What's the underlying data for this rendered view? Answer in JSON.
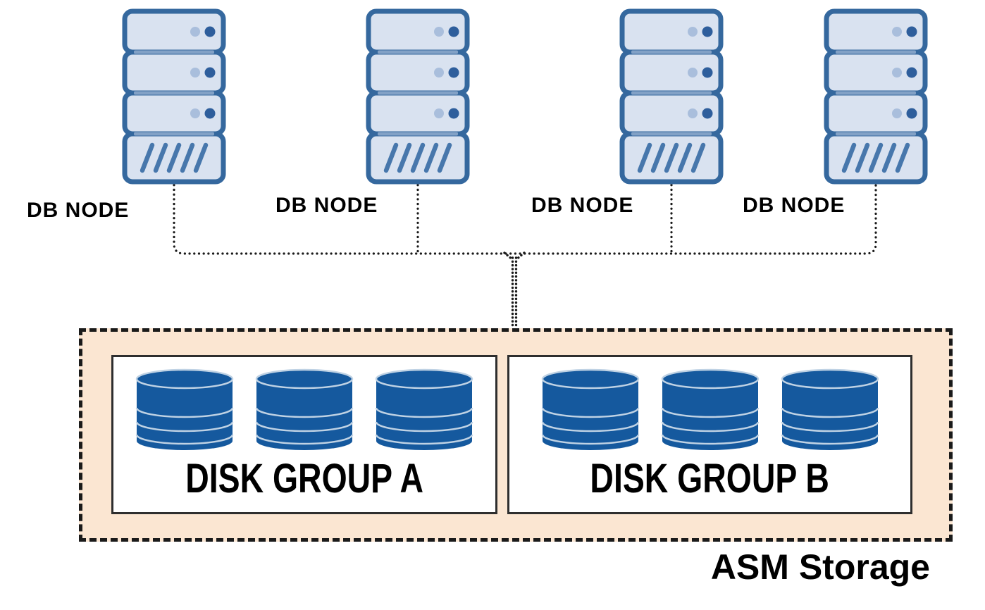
{
  "nodes": [
    {
      "label": "DB NODE"
    },
    {
      "label": "DB NODE"
    },
    {
      "label": "DB NODE"
    },
    {
      "label": "DB NODE"
    }
  ],
  "storage": {
    "label": "ASM Storage",
    "disk_groups": [
      {
        "label": "DISK GROUP A",
        "disk_count": 3
      },
      {
        "label": "DISK GROUP B",
        "disk_count": 3
      }
    ]
  },
  "icons": {
    "server": "server-rack-icon",
    "disk": "database-cylinder-icon",
    "connector": "dotted-connector-lines"
  },
  "colors": {
    "server_outline": "#35689E",
    "server_fill": "#D9E2F0",
    "server_divider": "#82A1C6",
    "indicator_dot_light": "#A9BEDC",
    "indicator_dot_dark": "#2E5E9C",
    "vent_slash": "#4777AC",
    "disk_fill": "#15599E",
    "disk_ring": "#BFD2E4",
    "asm_fill": "#FBE6D2",
    "asm_border": "#1A1A1A",
    "group_border": "#2E2E2E",
    "group_fill": "#FFFFFF",
    "connector": "#1A1A1A",
    "label_text": "#000000",
    "background": "#FFFFFF"
  }
}
